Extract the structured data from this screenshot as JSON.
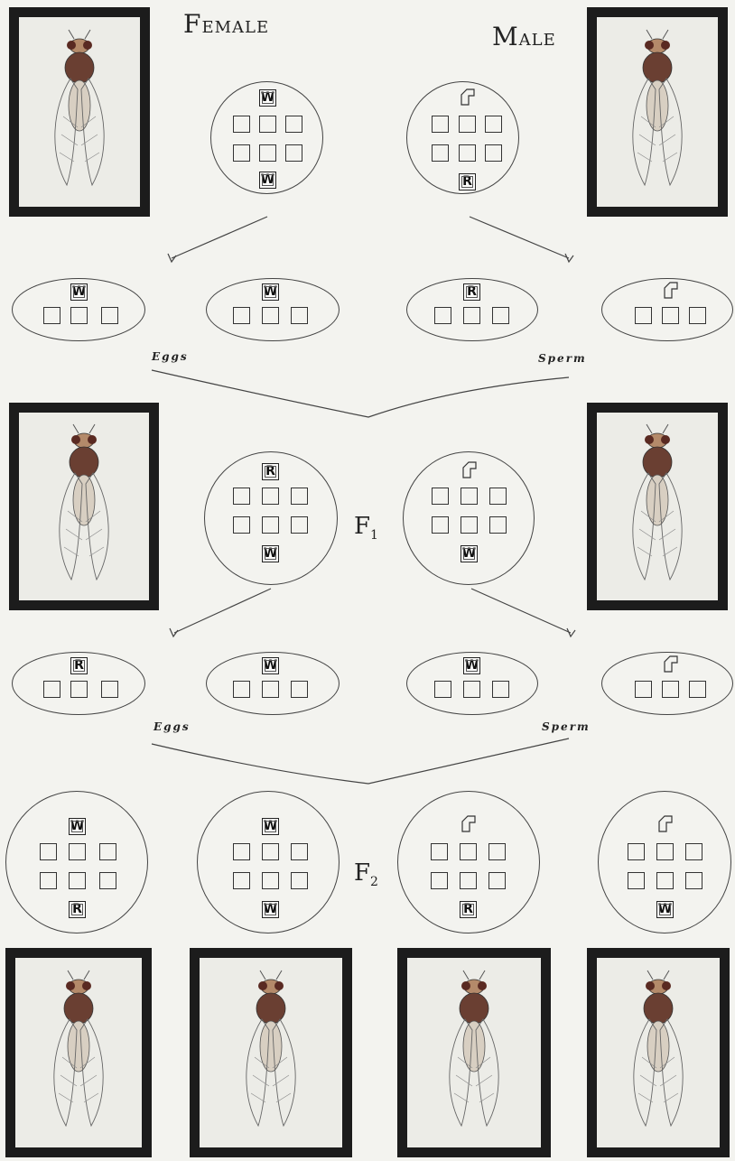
{
  "headings": {
    "female_initial": "F",
    "female_rest": "EMALE",
    "male_initial": "M",
    "male_rest": "ALE"
  },
  "generations": {
    "f1": "F",
    "f1_sub": "1",
    "f2": "F",
    "f2_sub": "2"
  },
  "captions": {
    "eggs_1": "Eggs",
    "sperm_1": "Sperm",
    "eggs_2": "Eggs",
    "sperm_2": "Sperm"
  },
  "chromosomes": {
    "parent_female": {
      "top": "W",
      "bottom": "W"
    },
    "parent_male": {
      "bottom": "R"
    },
    "gamete1_egg_a": "W",
    "gamete1_egg_b": "W",
    "gamete1_sperm_a": "R",
    "f1_female": {
      "top": "R",
      "bottom": "W"
    },
    "f1_male": {
      "bottom": "W"
    },
    "gamete2_egg_a": "R",
    "gamete2_egg_b": "W",
    "gamete2_sperm_a": "W",
    "f2_1": {
      "top": "W",
      "bottom": "R"
    },
    "f2_2": {
      "top": "W",
      "bottom": "W"
    },
    "f2_3": {
      "bottom": "R"
    },
    "f2_4": {
      "bottom": "W"
    }
  },
  "colors": {
    "red_eye": "#7a2a22",
    "white_eye": "#d9d4cc",
    "frame": "#1c1c1c"
  }
}
